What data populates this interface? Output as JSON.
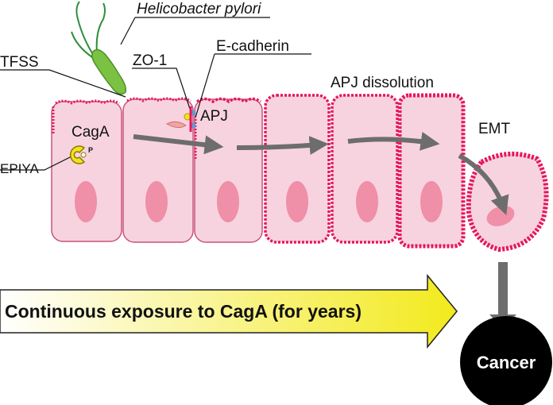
{
  "labels": {
    "bacterium": "Helicobacter pylori",
    "tfss": "TFSS",
    "zo1": "ZO-1",
    "ecadherin": "E-cadherin",
    "apj": "APJ",
    "apj_dissolution": "APJ dissolution",
    "caga": "CagA",
    "epiya": "EPIYA",
    "phospho": "P",
    "emt": "EMT",
    "banner": "Continuous exposure to CagA (for years)",
    "outcome": "Cancer"
  },
  "colors": {
    "cell_fill": "#f7d3df",
    "cell_border": "#c8547a",
    "membrane_accent": "#e6175a",
    "nucleus": "#ef8fa8",
    "bacterium": "#7cc242",
    "flagella": "#2f8f3a",
    "process_arrow": "#6d6d6d",
    "banner_yellow": "#f2ea1c",
    "banner_outline": "#222222",
    "cancer_circle": "#000000",
    "caga_protein": "#f4e11e"
  }
}
